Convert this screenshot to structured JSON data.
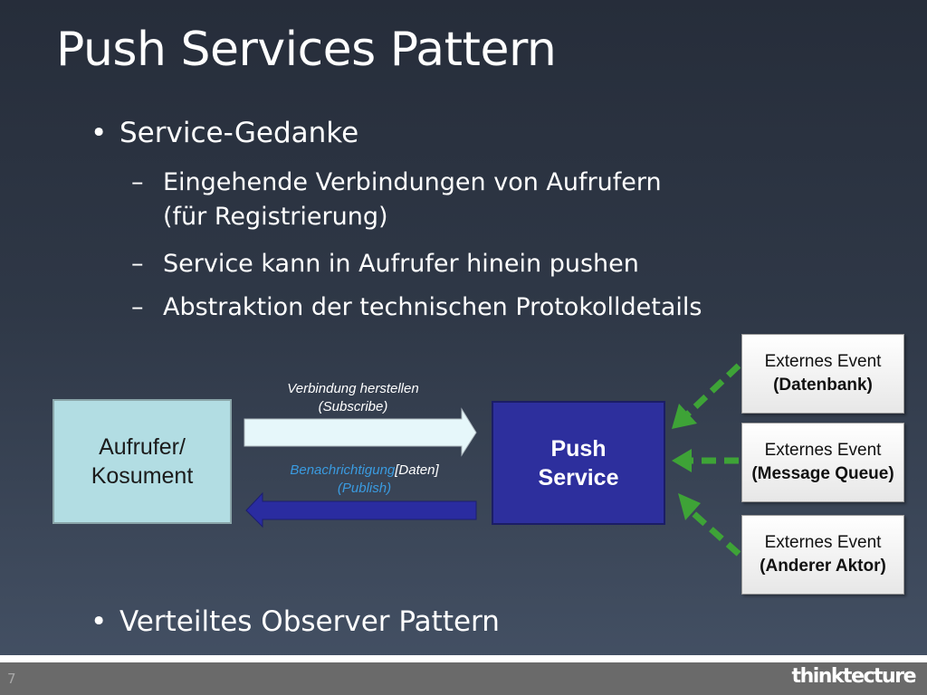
{
  "slide": {
    "title": "Push Services Pattern",
    "page_number": "7",
    "logo_text": "thinktecture"
  },
  "bullets": [
    {
      "text": "Service-Gedanke",
      "subitems": [
        {
          "line1": "Eingehende Verbindungen von Aufrufern",
          "line2": "(für Registrierung)"
        },
        {
          "line1": "Service kann in Aufrufer hinein pushen"
        },
        {
          "line1": "Abstraktion der technischen Protokolldetails"
        }
      ]
    },
    {
      "text": "Verteiltes Observer Pattern"
    }
  ],
  "diagram": {
    "caller": {
      "line1": "Aufrufer/",
      "line2": "Kosument"
    },
    "push_service": {
      "line1": "Push",
      "line2": "Service"
    },
    "subscribe": {
      "line1": "Verbindung herstellen",
      "line2": "(Subscribe)"
    },
    "publish": {
      "part1": "Benachrichtigung",
      "part2": "[Daten]",
      "line2": "(Publish)"
    },
    "events": [
      {
        "line1": "Externes Event",
        "line2": "(Datenbank)"
      },
      {
        "line1": "Externes Event",
        "line2": "(Message Queue)"
      },
      {
        "line1": "Externes Event",
        "line2": "(Anderer Aktor)"
      }
    ],
    "colors": {
      "caller_fill": "#b2dde3",
      "push_fill": "#2d2f9d",
      "subscribe_arrow": "#e6f7fa",
      "publish_arrow": "#2a2ca0",
      "event_arrow": "#3ea337",
      "publish_text": "#3a9be0"
    }
  }
}
